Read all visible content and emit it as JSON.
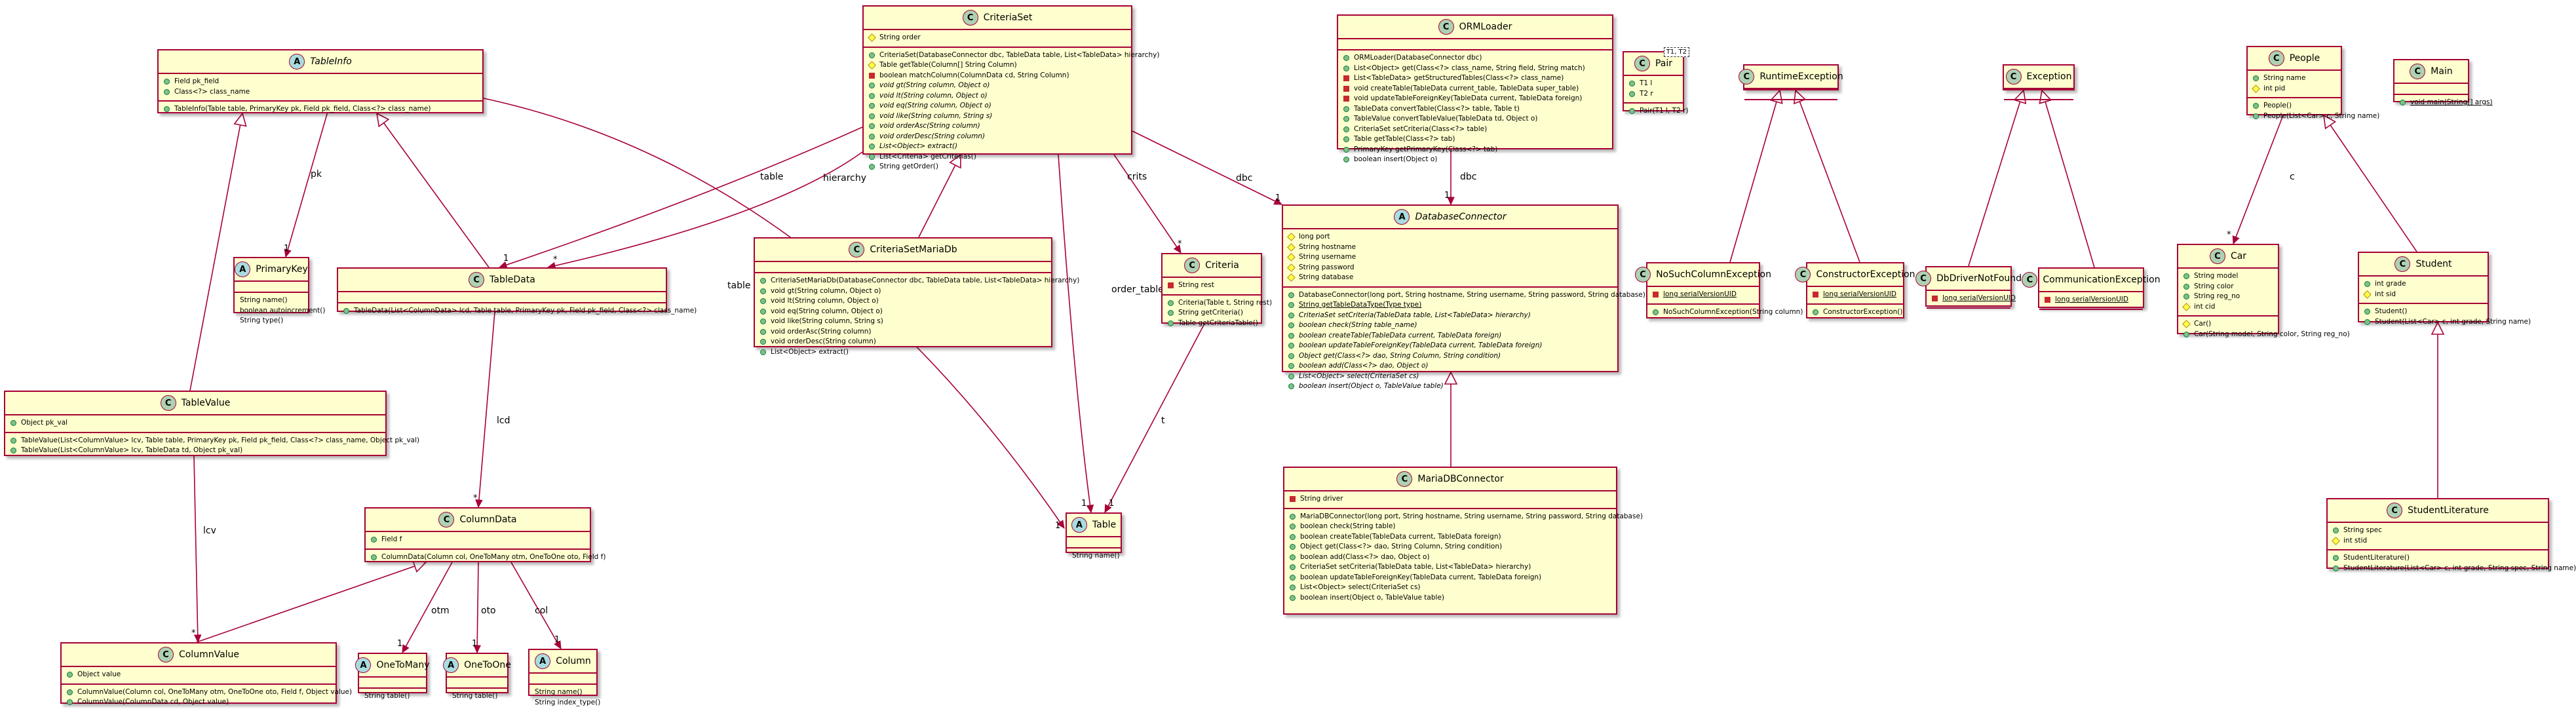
{
  "diagram": {
    "classes": [
      {
        "id": "TableInfo",
        "name": "TableInfo",
        "stereo": "A",
        "abstract": true,
        "fields": [
          {
            "vis": "+",
            "text": "Field pk_field"
          },
          {
            "vis": "+",
            "text": "Class<?> class_name"
          }
        ],
        "methods": [
          {
            "vis": "+",
            "text": "TableInfo(Table table, PrimaryKey pk, Field pk_field, Class<?> class_name)"
          }
        ]
      },
      {
        "id": "CriteriaSet",
        "name": "CriteriaSet",
        "stereo": "C",
        "fields": [
          {
            "vis": "#",
            "text": "String order"
          }
        ],
        "methods": [
          {
            "vis": "+",
            "text": "CriteriaSet(DatabaseConnector dbc, TableData table, List<TableData> hierarchy)"
          },
          {
            "vis": "#",
            "text": "Table getTable(Column[] String Column)"
          },
          {
            "vis": "-",
            "text": "boolean matchColumn(ColumnData cd, String Column)"
          },
          {
            "vis": "+",
            "text": "void gt(String column, Object o)",
            "italic": true
          },
          {
            "vis": "+",
            "text": "void lt(String column, Object o)",
            "italic": true
          },
          {
            "vis": "+",
            "text": "void eq(String column, Object o)",
            "italic": true
          },
          {
            "vis": "+",
            "text": "void like(String column, String s)",
            "italic": true
          },
          {
            "vis": "+",
            "text": "void orderAsc(String column)",
            "italic": true
          },
          {
            "vis": "+",
            "text": "void orderDesc(String column)",
            "italic": true
          },
          {
            "vis": "+",
            "text": "List<Object> extract()",
            "italic": true
          },
          {
            "vis": "+",
            "text": "List<Criteria> getCriterias()"
          },
          {
            "vis": "+",
            "text": "String getOrder()"
          }
        ]
      },
      {
        "id": "ORMLoader",
        "name": "ORMLoader",
        "stereo": "C",
        "fields": [],
        "methods": [
          {
            "vis": "+",
            "text": "ORMLoader(DatabaseConnector dbc)"
          },
          {
            "vis": "+",
            "text": "List<Object> get(Class<?> class_name, String field, String match)"
          },
          {
            "vis": "-",
            "text": "List<TableData> getStructuredTables(Class<?> class_name)"
          },
          {
            "vis": "-",
            "text": "void createTable(TableData current_table, TableData super_table)"
          },
          {
            "vis": "-",
            "text": "void updateTableForeignKey(TableData current, TableData foreign)"
          },
          {
            "vis": "+",
            "text": "TableData convertTable(Class<?> table, Table t)"
          },
          {
            "vis": "+",
            "text": "TableValue convertTableValue(TableData td, Object o)"
          },
          {
            "vis": "+",
            "text": "CriteriaSet setCriteria(Class<?> table)"
          },
          {
            "vis": "+",
            "text": "Table getTable(Class<?> tab)"
          },
          {
            "vis": "+",
            "text": "PrimaryKey getPrimaryKey(Class<?> tab)"
          },
          {
            "vis": "+",
            "text": "boolean insert(Object o)"
          }
        ]
      },
      {
        "id": "Pair",
        "name": "Pair",
        "stereo": "C",
        "tparam": "T1, T2",
        "fields": [
          {
            "vis": "+",
            "text": "T1 l"
          },
          {
            "vis": "+",
            "text": "T2 r"
          }
        ],
        "methods": [
          {
            "vis": "+",
            "text": "Pair(T1 l, T2 r)"
          }
        ]
      },
      {
        "id": "RuntimeException",
        "name": "RuntimeException",
        "stereo": "C",
        "fields": [],
        "methods": []
      },
      {
        "id": "Exception",
        "name": "Exception",
        "stereo": "C",
        "fields": [],
        "methods": []
      },
      {
        "id": "People",
        "name": "People",
        "stereo": "C",
        "fields": [
          {
            "vis": "+",
            "text": "String name"
          },
          {
            "vis": "#",
            "text": "int pid"
          }
        ],
        "methods": [
          {
            "vis": "+",
            "text": "People()"
          },
          {
            "vis": "+",
            "text": "People(List<Car> c, String name)"
          }
        ]
      },
      {
        "id": "Main",
        "name": "Main",
        "stereo": "C",
        "fields": [],
        "methods": [
          {
            "vis": "+",
            "text": "void main(String[] args)",
            "static": true
          }
        ]
      },
      {
        "id": "PrimaryKey",
        "name": "PrimaryKey",
        "stereo": "A",
        "fields": [],
        "methods": [
          {
            "vis": "",
            "text": "String name()"
          },
          {
            "vis": "",
            "text": "boolean autoincrement()"
          },
          {
            "vis": "",
            "text": "String type()"
          }
        ]
      },
      {
        "id": "TableData",
        "name": "TableData",
        "stereo": "C",
        "fields": [],
        "methods": [
          {
            "vis": "+",
            "text": "TableData(List<ColumnData> lcd, Table table, PrimaryKey pk, Field pk_field, Class<?> class_name)"
          }
        ]
      },
      {
        "id": "CriteriaSetMariaDb",
        "name": "CriteriaSetMariaDb",
        "stereo": "C",
        "fields": [],
        "methods": [
          {
            "vis": "+",
            "text": "CriteriaSetMariaDb(DatabaseConnector dbc, TableData table, List<TableData> hierarchy)"
          },
          {
            "vis": "+",
            "text": "void gt(String column, Object o)"
          },
          {
            "vis": "+",
            "text": "void lt(String column, Object o)"
          },
          {
            "vis": "+",
            "text": "void eq(String column, Object o)"
          },
          {
            "vis": "+",
            "text": "void like(String column, String s)"
          },
          {
            "vis": "+",
            "text": "void orderAsc(String column)"
          },
          {
            "vis": "+",
            "text": "void orderDesc(String column)"
          },
          {
            "vis": "+",
            "text": "List<Object> extract()"
          }
        ]
      },
      {
        "id": "Criteria",
        "name": "Criteria",
        "stereo": "C",
        "fields": [
          {
            "vis": "-",
            "text": "String rest"
          }
        ],
        "methods": [
          {
            "vis": "+",
            "text": "Criteria(Table t, String rest)"
          },
          {
            "vis": "+",
            "text": "String getCriteria()"
          },
          {
            "vis": "+",
            "text": "Table getCriteriaTable()"
          }
        ]
      },
      {
        "id": "DatabaseConnector",
        "name": "DatabaseConnector",
        "stereo": "A",
        "abstract": true,
        "fields": [
          {
            "vis": "#",
            "text": "long port"
          },
          {
            "vis": "#",
            "text": "String hostname"
          },
          {
            "vis": "#",
            "text": "String username"
          },
          {
            "vis": "#",
            "text": "String password"
          },
          {
            "vis": "#",
            "text": "String database"
          }
        ],
        "methods": [
          {
            "vis": "+",
            "text": "DatabaseConnector(long port, String hostname, String username, String password, String database)"
          },
          {
            "vis": "+",
            "text": "String getTableDataType(Type type)",
            "static": true
          },
          {
            "vis": "+",
            "text": "CriteriaSet setCriteria(TableData table, List<TableData> hierarchy)",
            "italic": true
          },
          {
            "vis": "+",
            "text": "boolean check(String table_name)",
            "italic": true
          },
          {
            "vis": "+",
            "text": "boolean createTable(TableData current, TableData foreign)",
            "italic": true
          },
          {
            "vis": "+",
            "text": "boolean updateTableForeignKey(TableData current, TableData foreign)",
            "italic": true
          },
          {
            "vis": "+",
            "text": "Object get(Class<?> dao, String Column, String condition)",
            "italic": true
          },
          {
            "vis": "+",
            "text": "boolean add(Class<?> dao, Object o)",
            "italic": true
          },
          {
            "vis": "+",
            "text": "List<Object> select(CriteriaSet cs)",
            "italic": true
          },
          {
            "vis": "+",
            "text": "boolean insert(Object o, TableValue table)",
            "italic": true
          }
        ]
      },
      {
        "id": "NoSuchColumnException",
        "name": "NoSuchColumnException",
        "stereo": "C",
        "fields": [
          {
            "vis": "-",
            "text": "long serialVersionUID",
            "static": true
          }
        ],
        "methods": [
          {
            "vis": "+",
            "text": "NoSuchColumnException(String column)"
          }
        ]
      },
      {
        "id": "ConstructorException",
        "name": "ConstructorException",
        "stereo": "C",
        "fields": [
          {
            "vis": "-",
            "text": "long serialVersionUID",
            "static": true
          }
        ],
        "methods": [
          {
            "vis": "+",
            "text": "ConstructorException()"
          }
        ]
      },
      {
        "id": "DbDriverNotFound",
        "name": "DbDriverNotFound",
        "stereo": "C",
        "fields": [
          {
            "vis": "-",
            "text": "long serialVersionUID",
            "static": true
          }
        ],
        "methods": []
      },
      {
        "id": "CommunicationException",
        "name": "CommunicationException",
        "stereo": "C",
        "fields": [
          {
            "vis": "-",
            "text": "long serialVersionUID",
            "static": true
          }
        ],
        "methods": []
      },
      {
        "id": "Car",
        "name": "Car",
        "stereo": "C",
        "fields": [
          {
            "vis": "+",
            "text": "String model"
          },
          {
            "vis": "+",
            "text": "String color"
          },
          {
            "vis": "+",
            "text": "String reg_no"
          },
          {
            "vis": "#",
            "text": "int cid"
          }
        ],
        "methods": [
          {
            "vis": "#",
            "text": "Car()"
          },
          {
            "vis": "+",
            "text": "Car(String model, String color, String reg_no)"
          }
        ]
      },
      {
        "id": "Student",
        "name": "Student",
        "stereo": "C",
        "fields": [
          {
            "vis": "+",
            "text": "int grade"
          },
          {
            "vis": "#",
            "text": "int sid"
          }
        ],
        "methods": [
          {
            "vis": "+",
            "text": "Student()"
          },
          {
            "vis": "+",
            "text": "Student(List<Car> c, int grade, String name)"
          }
        ]
      },
      {
        "id": "TableValue",
        "name": "TableValue",
        "stereo": "C",
        "fields": [
          {
            "vis": "+",
            "text": "Object pk_val"
          }
        ],
        "methods": [
          {
            "vis": "+",
            "text": "TableValue(List<ColumnValue> lcv, Table table, PrimaryKey pk, Field pk_field, Class<?> class_name, Object pk_val)"
          },
          {
            "vis": "+",
            "text": "TableValue(List<ColumnValue> lcv, TableData td, Object pk_val)"
          }
        ]
      },
      {
        "id": "ColumnData",
        "name": "ColumnData",
        "stereo": "C",
        "fields": [
          {
            "vis": "+",
            "text": "Field f"
          }
        ],
        "methods": [
          {
            "vis": "+",
            "text": "ColumnData(Column col, OneToMany otm, OneToOne oto, Field f)"
          }
        ]
      },
      {
        "id": "Table",
        "name": "Table",
        "stereo": "A",
        "fields": [],
        "methods": [
          {
            "vis": "",
            "text": "String name()"
          }
        ]
      },
      {
        "id": "MariaDBConnector",
        "name": "MariaDBConnector",
        "stereo": "C",
        "fields": [
          {
            "vis": "-",
            "text": "String driver"
          }
        ],
        "methods": [
          {
            "vis": "+",
            "text": "MariaDBConnector(long port, String hostname, String username, String password, String database)"
          },
          {
            "vis": "+",
            "text": "boolean check(String table)"
          },
          {
            "vis": "+",
            "text": "boolean createTable(TableData current, TableData foreign)"
          },
          {
            "vis": "+",
            "text": "Object get(Class<?> dao, String Column, String condition)"
          },
          {
            "vis": "+",
            "text": "boolean add(Class<?> dao, Object o)"
          },
          {
            "vis": "+",
            "text": "CriteriaSet setCriteria(TableData table, List<TableData> hierarchy)"
          },
          {
            "vis": "+",
            "text": "boolean updateTableForeignKey(TableData current, TableData foreign)"
          },
          {
            "vis": "+",
            "text": "List<Object> select(CriteriaSet cs)"
          },
          {
            "vis": "+",
            "text": "boolean insert(Object o, TableValue table)"
          }
        ]
      },
      {
        "id": "StudentLiterature",
        "name": "StudentLiterature",
        "stereo": "C",
        "fields": [
          {
            "vis": "+",
            "text": "String spec"
          },
          {
            "vis": "#",
            "text": "int stid"
          }
        ],
        "methods": [
          {
            "vis": "+",
            "text": "StudentLiterature()"
          },
          {
            "vis": "+",
            "text": "StudentLiterature(List<Car> c, int grade, String spec, String name)"
          }
        ]
      },
      {
        "id": "ColumnValue",
        "name": "ColumnValue",
        "stereo": "C",
        "fields": [
          {
            "vis": "+",
            "text": "Object value"
          }
        ],
        "methods": [
          {
            "vis": "+",
            "text": "ColumnValue(Column col, OneToMany otm, OneToOne oto, Field f, Object value)"
          },
          {
            "vis": "+",
            "text": "ColumnValue(ColumnData cd, Object value)"
          }
        ]
      },
      {
        "id": "OneToMany",
        "name": "OneToMany",
        "stereo": "A",
        "fields": [],
        "methods": [
          {
            "vis": "",
            "text": "String table()"
          }
        ]
      },
      {
        "id": "OneToOne",
        "name": "OneToOne",
        "stereo": "A",
        "fields": [],
        "methods": [
          {
            "vis": "",
            "text": "String table()"
          }
        ]
      },
      {
        "id": "Column",
        "name": "Column",
        "stereo": "A",
        "fields": [],
        "methods": [
          {
            "vis": "",
            "text": "String name()"
          },
          {
            "vis": "",
            "text": "String index_type()"
          }
        ]
      }
    ],
    "edges": [
      {
        "id": "e-pk",
        "label": "pk",
        "mult": "1",
        "kind": "assoc"
      },
      {
        "id": "e-tableinfo-table",
        "label": "table",
        "mult": "1",
        "kind": "assoc"
      },
      {
        "id": "e-tabledata-inh",
        "label": "",
        "mult": "",
        "kind": "inherit"
      },
      {
        "id": "e-tablevalue-inh",
        "label": "",
        "mult": "",
        "kind": "inherit"
      },
      {
        "id": "e-cs-table",
        "label": "table",
        "mult": "1",
        "kind": "assoc"
      },
      {
        "id": "e-cs-hierarchy",
        "label": "hierarchy",
        "mult": "*",
        "kind": "assoc"
      },
      {
        "id": "e-cs-crits",
        "label": "crits",
        "mult": "*",
        "kind": "assoc"
      },
      {
        "id": "e-cs-dbc",
        "label": "dbc",
        "mult": "1",
        "kind": "assoc"
      },
      {
        "id": "e-cs-ordertable",
        "label": "order_table",
        "mult": "1",
        "kind": "assoc"
      },
      {
        "id": "e-csm-inh",
        "label": "",
        "mult": "",
        "kind": "inherit"
      },
      {
        "id": "e-crit-t",
        "label": "t",
        "mult": "1",
        "kind": "assoc"
      },
      {
        "id": "e-orm-dbc",
        "label": "dbc",
        "mult": "1",
        "kind": "assoc"
      },
      {
        "id": "e-maria-inh",
        "label": "",
        "mult": "",
        "kind": "inherit"
      },
      {
        "id": "e-td-lcd",
        "label": "lcd",
        "mult": "*",
        "kind": "assoc"
      },
      {
        "id": "e-tv-lcv",
        "label": "lcv",
        "mult": "*",
        "kind": "assoc"
      },
      {
        "id": "e-cv-inh",
        "label": "",
        "mult": "",
        "kind": "inherit"
      },
      {
        "id": "e-cd-otm",
        "label": "otm",
        "mult": "1",
        "kind": "assoc"
      },
      {
        "id": "e-cd-oto",
        "label": "oto",
        "mult": "1",
        "kind": "assoc"
      },
      {
        "id": "e-cd-col",
        "label": "col",
        "mult": "1",
        "kind": "assoc"
      },
      {
        "id": "e-nsce-inh",
        "label": "",
        "mult": "",
        "kind": "inherit"
      },
      {
        "id": "e-ce-inh",
        "label": "",
        "mult": "",
        "kind": "inherit"
      },
      {
        "id": "e-dbd-inh",
        "label": "",
        "mult": "",
        "kind": "inherit"
      },
      {
        "id": "e-comm-inh",
        "label": "",
        "mult": "",
        "kind": "inherit"
      },
      {
        "id": "e-people-c",
        "label": "c",
        "mult": "*",
        "kind": "assoc"
      },
      {
        "id": "e-student-inh",
        "label": "",
        "mult": "",
        "kind": "inherit"
      },
      {
        "id": "e-sl-inh",
        "label": "",
        "mult": "",
        "kind": "inherit"
      }
    ]
  }
}
